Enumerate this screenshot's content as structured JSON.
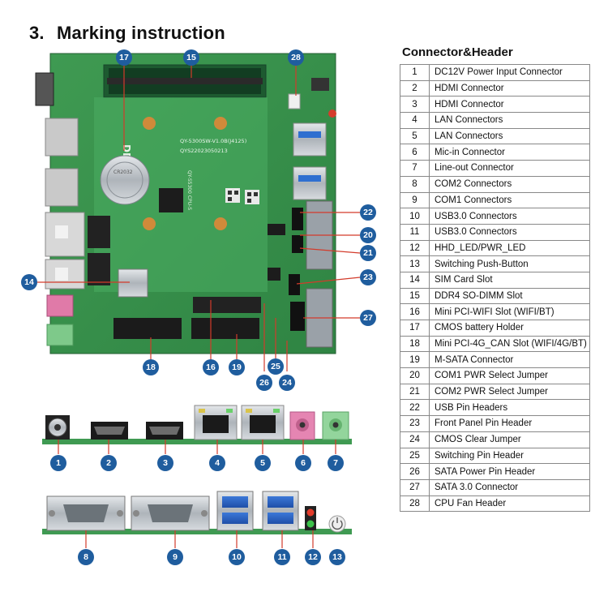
{
  "heading": {
    "number": "3.",
    "text": "Marking instruction"
  },
  "table": {
    "title": "Connector&Header",
    "rows": [
      {
        "n": "1",
        "label": "DC12V  Power Input Connector"
      },
      {
        "n": "2",
        "label": "HDMI Connector"
      },
      {
        "n": "3",
        "label": "HDMI Connector"
      },
      {
        "n": "4",
        "label": "LAN Connectors"
      },
      {
        "n": "5",
        "label": "LAN Connectors"
      },
      {
        "n": "6",
        "label": "Mic-in Connector"
      },
      {
        "n": "7",
        "label": "Line-out Connector"
      },
      {
        "n": "8",
        "label": "COM2 Connectors"
      },
      {
        "n": "9",
        "label": "COM1 Connectors"
      },
      {
        "n": "10",
        "label": "USB3.0 Connectors"
      },
      {
        "n": "11",
        "label": "USB3.0 Connectors"
      },
      {
        "n": "12",
        "label": "HHD_LED/PWR_LED"
      },
      {
        "n": "13",
        "label": "Switching Push-Button"
      },
      {
        "n": "14",
        "label": "SIM Card Slot"
      },
      {
        "n": "15",
        "label": "DDR4 SO-DIMM Slot"
      },
      {
        "n": "16",
        "label": "Mini PCI-WIFI Slot (WIFI/BT)"
      },
      {
        "n": "17",
        "label": "CMOS battery Holder"
      },
      {
        "n": "18",
        "label": "Mini PCI-4G_CAN Slot (WIFI/4G/BT)"
      },
      {
        "n": "19",
        "label": "M-SATA Connector"
      },
      {
        "n": "20",
        "label": "COM1 PWR Select Jumper"
      },
      {
        "n": "21",
        "label": "COM2 PWR Select Jumper"
      },
      {
        "n": "22",
        "label": "USB Pin Headers"
      },
      {
        "n": "23",
        "label": "Front Panel Pin Header"
      },
      {
        "n": "24",
        "label": "CMOS Clear Jumper"
      },
      {
        "n": "25",
        "label": "Switching Pin Header"
      },
      {
        "n": "26",
        "label": "SATA Power Pin Header"
      },
      {
        "n": "27",
        "label": "SATA 3.0 Connector"
      },
      {
        "n": "28",
        "label": "CPU Fan Header"
      }
    ]
  },
  "board": {
    "silkscreen": {
      "ddr": "DDR4",
      "model": "QY-5300SW-V1.0B(J4125)",
      "serial": "QYS22023050213",
      "battery": "CR2032",
      "cpu": "QY-S5300 CPU-S"
    },
    "markers": [
      "1",
      "2",
      "3",
      "4",
      "5",
      "6",
      "7",
      "8",
      "9",
      "10",
      "11",
      "12",
      "13",
      "14",
      "15",
      "16",
      "17",
      "18",
      "19",
      "20",
      "21",
      "22",
      "23",
      "24",
      "25",
      "26",
      "27",
      "28"
    ]
  }
}
